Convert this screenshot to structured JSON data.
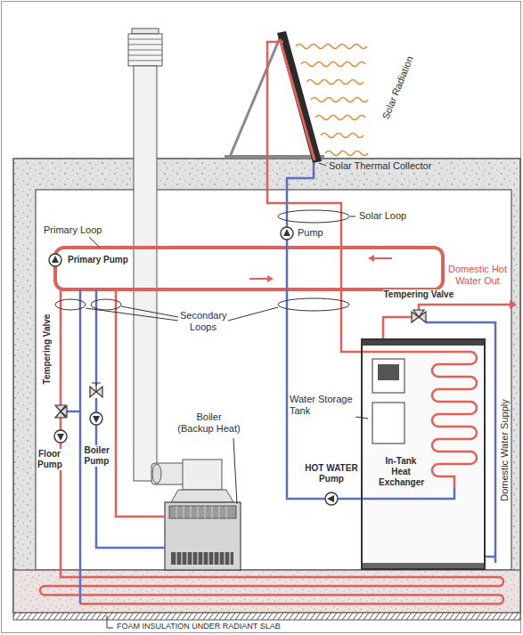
{
  "diagram": {
    "nodes": [
      {
        "text": [
          "In-Tank Heat Exchanger"
        ]
      }
    ],
    "labels": [
      "Solar Radiation",
      "Solar Thermal Collector",
      "Primary Loop",
      "Primary Pump",
      "Pump",
      "Solar Loop",
      "Secondary Loops",
      "Domestic Hot Water Out",
      "Tempering Valve",
      "Water Storage Tank",
      "Tempering Valve",
      "Boiler (Backup Heat)",
      "Floor Pump",
      "Boiler Pump",
      "HOT WATER Pump",
      "Domestic Water Supply",
      "FOAM INSULATION UNDER RADIANT SLAB"
    ]
  }
}
